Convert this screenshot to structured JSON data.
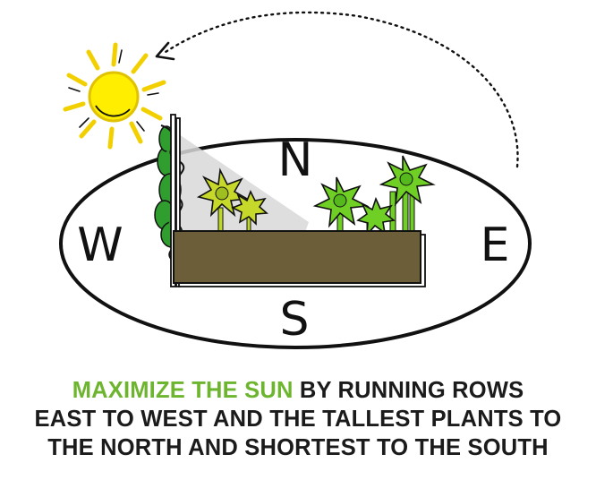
{
  "compass": {
    "north": "N",
    "south": "S",
    "east": "E",
    "west": "W"
  },
  "caption": {
    "highlight": "MAXIMIZE THE SUN",
    "line1_rest": " BY RUNNING ROWS",
    "line2": "EAST TO WEST AND THE TALLEST PLANTS TO",
    "line3": "THE NORTH AND SHORTEST TO THE SOUTH"
  },
  "colors": {
    "highlight": "#6eb52f",
    "sun": "#ffe600",
    "soil": "#6b5e38",
    "plant_dark": "#2f9e2f",
    "plant_light": "#6fcf25",
    "plant_yellow": "#bfd62a"
  }
}
